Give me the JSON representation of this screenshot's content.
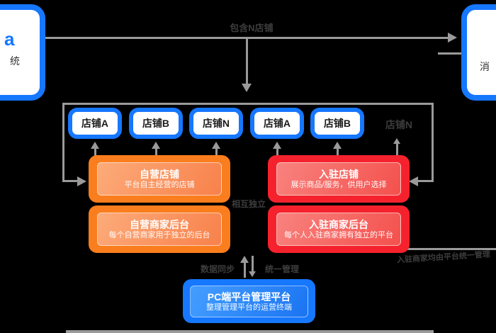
{
  "colors": {
    "background": "#000000",
    "blue": "#1677ff",
    "orange": "#fa7e1e",
    "red": "#f5222d",
    "line_gray": "#9a9a9a",
    "dim_label": "#3d3d3d"
  },
  "top_left_box": {
    "logo_fragment": "a",
    "text_fragment": "统"
  },
  "top_right_box": {
    "text_fragment": "消"
  },
  "top_arrow_label": "包含N店铺",
  "stores": [
    "店铺A",
    "店铺B",
    "店铺N",
    "店铺A",
    "店铺B"
  ],
  "store_n_label": "店铺N",
  "self_store": {
    "title": "自营店铺",
    "subtitle": "平台自主经营的店铺"
  },
  "self_backend": {
    "title": "自营商家后台",
    "subtitle": "每个自营商家用于独立的后台"
  },
  "settled_store": {
    "title": "入驻店铺",
    "subtitle": "展示商品/服务，供用户选择"
  },
  "settled_backend": {
    "title": "入驻商家后台",
    "subtitle": "每个人入驻商家拥有独立的平台"
  },
  "middle_label": "相互独立",
  "bottom_left_label": "数据同步",
  "bottom_right_label": "统一管理",
  "side_note": "入驻商家均由平台统一管理",
  "pc_platform": {
    "title": "PC端平台管理平台",
    "subtitle": "整理管理平台的运营终端"
  }
}
